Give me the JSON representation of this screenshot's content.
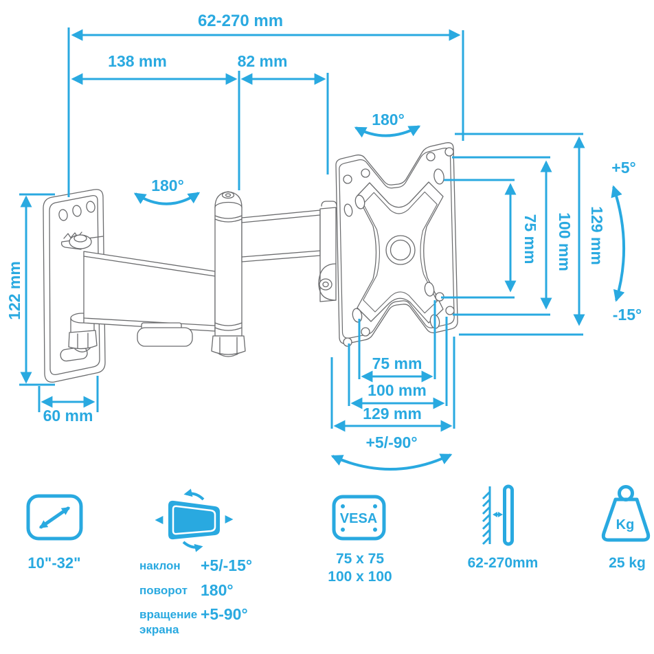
{
  "accent_color": "#29A9E0",
  "line_art_color": "#6A6B6D",
  "drawing": {
    "dim_total_width": "62-270 mm",
    "dim_arm1": "138 mm",
    "dim_arm2": "82 mm",
    "dim_wall_plate_height": "122 mm",
    "dim_wall_plate_width": "60 mm",
    "swivel_arm": "180°",
    "swivel_plate": "180°",
    "tilt_up": "+5°",
    "tilt_down": "-15°",
    "dim_vesa_vertical_75": "75 mm",
    "dim_vesa_vertical_100": "100 mm",
    "dim_vesa_vertical_129": "129 mm",
    "dim_vesa_horizontal_75": "75 mm",
    "dim_vesa_horizontal_100": "100 mm",
    "dim_vesa_horizontal_129": "129 mm",
    "screen_rotation": "+5/-90°"
  },
  "specs": {
    "screen_size": "10\"-32\"",
    "movement": {
      "tilt_label": "наклон",
      "tilt_value": "+5/-15°",
      "swivel_label": "поворот",
      "swivel_value": "180°",
      "rotation_label_line1": "вращение",
      "rotation_label_line2": "экрана",
      "rotation_value": "+5-90°"
    },
    "vesa": {
      "badge": "VESA",
      "pattern1": "75 x 75",
      "pattern2": "100 x 100"
    },
    "wall_distance": "62-270mm",
    "max_weight_badge": "Kg",
    "max_weight": "25 kg"
  }
}
